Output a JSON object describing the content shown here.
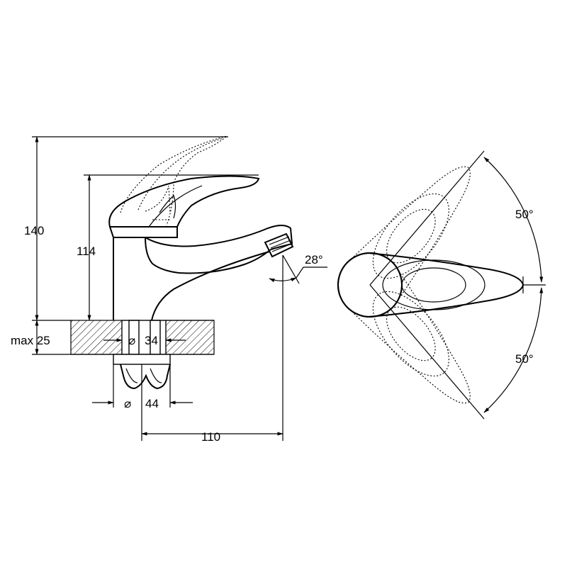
{
  "dimensions": {
    "total_height": "140",
    "spout_height": "114",
    "max_thickness": "max 25",
    "hole_diameter": "34",
    "nut_diameter": "44",
    "spout_reach": "110",
    "spout_angle": "28°",
    "lever_angle_top": "50°",
    "lever_angle_bottom": "50°"
  },
  "symbols": {
    "diameter": "⌀"
  }
}
